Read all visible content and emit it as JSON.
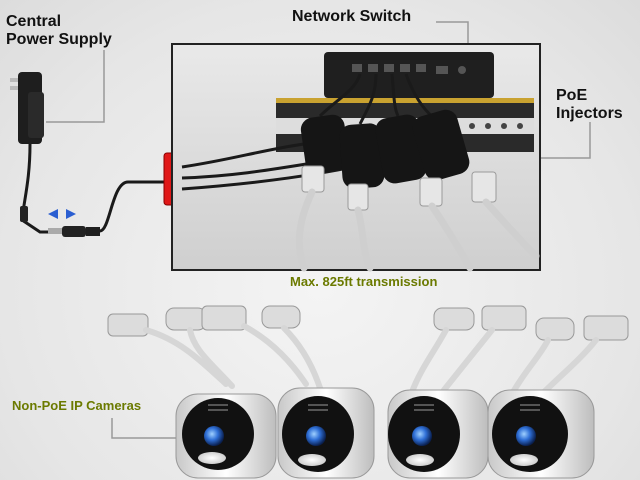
{
  "labels": {
    "power_line1": "Central",
    "power_line2": "Power Supply",
    "switch": "Network Switch",
    "poe_line1": "PoE",
    "poe_line2": "Injectors",
    "transmission": "Max. 825ft transmission",
    "cameras": "Non-PoE IP Cameras"
  },
  "colors": {
    "accent_text": "#6b7a00",
    "splitter": "#e01818",
    "callout_line": "#999999",
    "lens": "#2f6fd6"
  }
}
